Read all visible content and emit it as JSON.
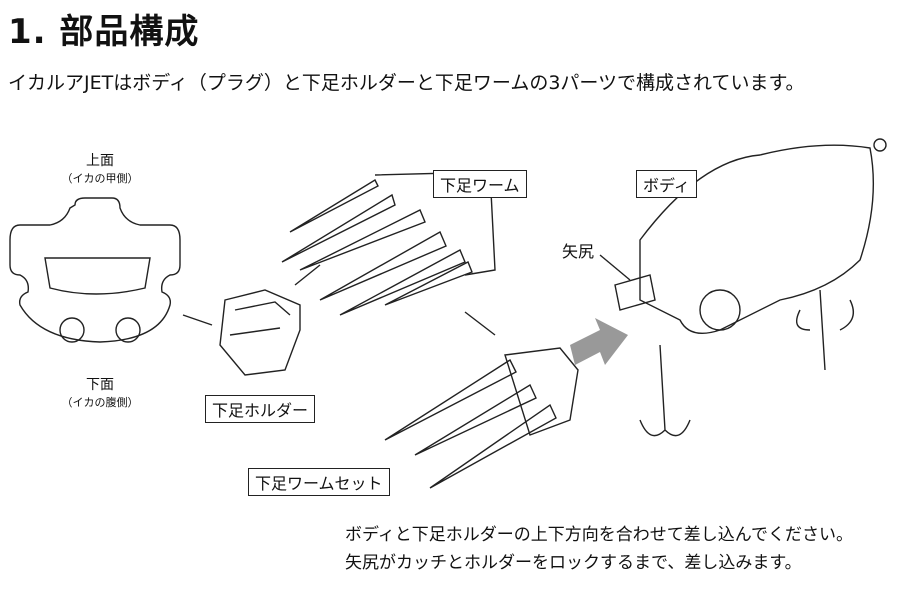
{
  "title": "1. 部品構成",
  "intro": "イカルアJETはボディ（プラグ）と下足ホルダーと下足ワームの3パーツで構成されています。",
  "top_view": {
    "label": "上面",
    "sub": "（イカの甲側）"
  },
  "bottom_view": {
    "label": "下面",
    "sub": "（イカの腹側）"
  },
  "labels": {
    "worm": "下足ワーム",
    "body": "ボディ",
    "arrowhead": "矢尻",
    "holder": "下足ホルダー",
    "worm_set": "下足ワームセット"
  },
  "notes": [
    "ボディと下足ホルダーの上下方向を合わせて差し込んでください。",
    "矢尻がカッチとホルダーをロックするまで、差し込みます。"
  ]
}
